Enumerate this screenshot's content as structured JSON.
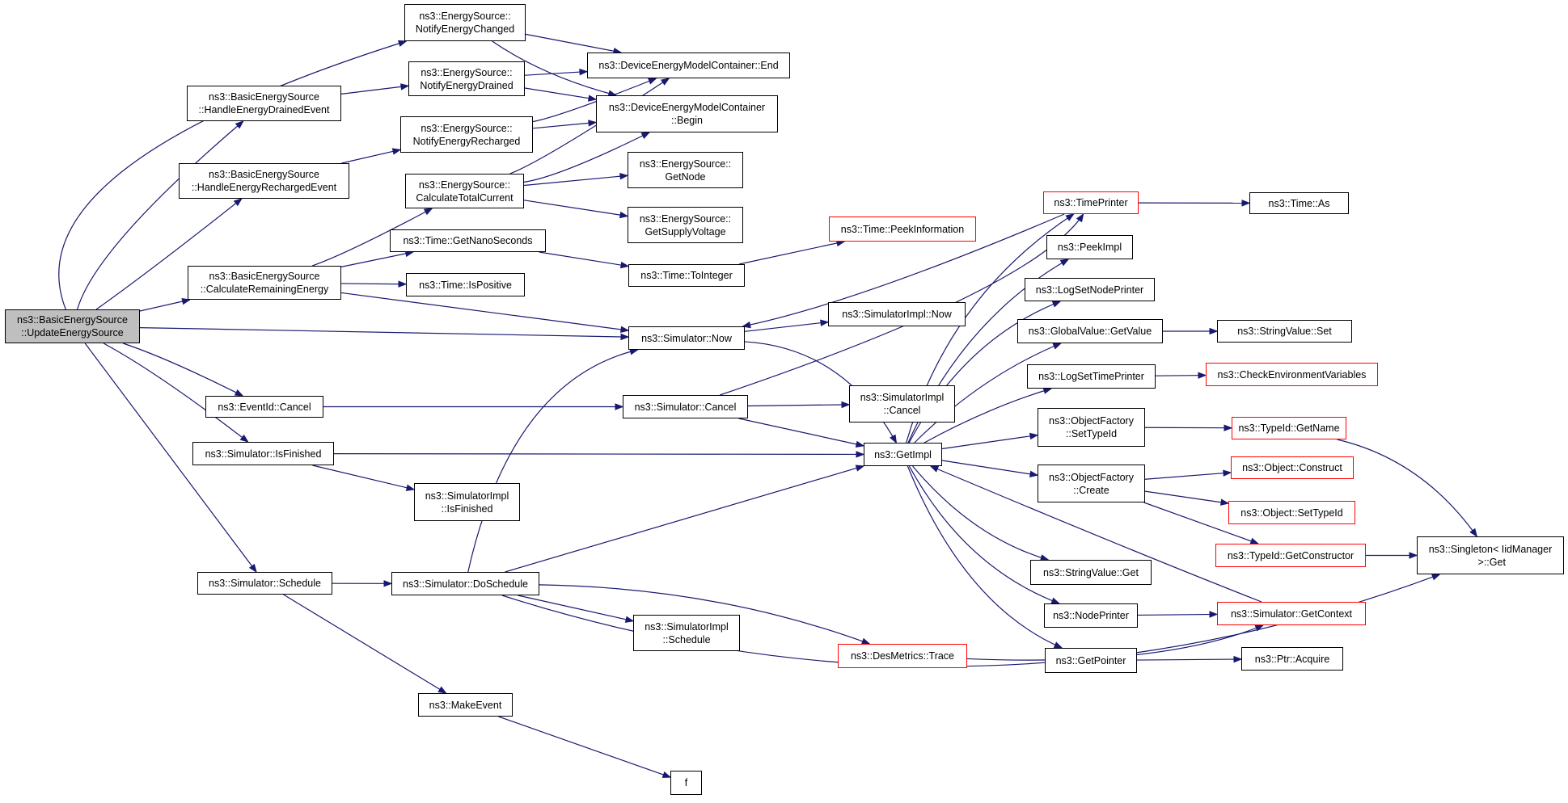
{
  "graph": {
    "colors": {
      "edge": "#191970",
      "border": "#000000",
      "truncated_border": "#ff0000",
      "root_fill": "#bfbfbf"
    },
    "nodes": {
      "root": "ns3::BasicEnergySource\n::UpdateEnergySource",
      "es_notify_changed": "ns3::EnergySource::\nNotifyEnergyChanged",
      "bes_handle_drained": "ns3::BasicEnergySource\n::HandleEnergyDrainedEvent",
      "es_notify_drained": "ns3::EnergySource::\nNotifyEnergyDrained",
      "demc_end": "ns3::DeviceEnergyModelContainer::End",
      "demc_begin": "ns3::DeviceEnergyModelContainer\n::Begin",
      "es_notify_recharged": "ns3::EnergySource::\nNotifyEnergyRecharged",
      "bes_handle_recharged": "ns3::BasicEnergySource\n::HandleEnergyRechargedEvent",
      "es_get_node": "ns3::EnergySource::\nGetNode",
      "es_calc_total": "ns3::EnergySource::\nCalculateTotalCurrent",
      "es_get_supply": "ns3::EnergySource::\nGetSupplyVoltage",
      "time_get_nano": "ns3::Time::GetNanoSeconds",
      "bes_calc_remaining": "ns3::BasicEnergySource\n::CalculateRemainingEnergy",
      "time_is_positive": "ns3::Time::IsPositive",
      "time_to_integer": "ns3::Time::ToInteger",
      "time_peek_info": "ns3::Time::PeekInformation",
      "time_printer": "ns3::TimePrinter",
      "time_as": "ns3::Time::As",
      "peek_impl": "ns3::PeekImpl",
      "log_set_node_printer": "ns3::LogSetNodePrinter",
      "sim_now": "ns3::Simulator::Now",
      "simimpl_now": "ns3::SimulatorImpl::Now",
      "gv_get_value": "ns3::GlobalValue::GetValue",
      "string_value_set": "ns3::StringValue::Set",
      "log_set_time_printer": "ns3::LogSetTimePrinter",
      "check_env_vars": "ns3::CheckEnvironmentVariables",
      "eventid_cancel": "ns3::EventId::Cancel",
      "sim_cancel": "ns3::Simulator::Cancel",
      "simimpl_cancel": "ns3::SimulatorImpl\n::Cancel",
      "of_set_typeid": "ns3::ObjectFactory\n::SetTypeId",
      "typeid_get_name": "ns3::TypeId::GetName",
      "sim_is_finished": "ns3::Simulator::IsFinished",
      "get_impl": "ns3::GetImpl",
      "of_create": "ns3::ObjectFactory\n::Create",
      "object_construct": "ns3::Object::Construct",
      "simimpl_is_finished": "ns3::SimulatorImpl\n::IsFinished",
      "object_set_typeid": "ns3::Object::SetTypeId",
      "typeid_get_constructor": "ns3::TypeId::GetConstructor",
      "singleton_get": "ns3::Singleton< IidManager\n >::Get",
      "sim_schedule": "ns3::Simulator::Schedule",
      "sim_do_schedule": "ns3::Simulator::DoSchedule",
      "string_value_get": "ns3::StringValue::Get",
      "node_printer": "ns3::NodePrinter",
      "sim_get_context": "ns3::Simulator::GetContext",
      "simimpl_schedule": "ns3::SimulatorImpl\n::Schedule",
      "des_metrics_trace": "ns3::DesMetrics::Trace",
      "get_pointer": "ns3::GetPointer",
      "ptr_acquire": "ns3::Ptr::Acquire",
      "make_event": "ns3::MakeEvent",
      "f": "f"
    }
  }
}
